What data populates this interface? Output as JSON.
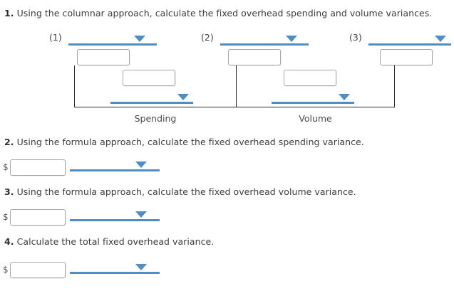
{
  "page": {
    "background": "#ffffff",
    "accent_color": "#4f8ec4",
    "text_color": "#3a3a3a",
    "box_border_color": "#a6a6a6",
    "bracket_color": "#2b2b2b"
  },
  "questions": [
    {
      "number": "1.",
      "text": "Using the columnar approach, calculate the fixed overhead spending and volume variances."
    },
    {
      "number": "2.",
      "text": "Using the formula approach, calculate the fixed overhead spending variance."
    },
    {
      "number": "3.",
      "text": "Using the formula approach, calculate the fixed overhead volume variance."
    },
    {
      "number": "4.",
      "text": "Calculate the total fixed overhead variance."
    }
  ],
  "columnar": {
    "column_labels": [
      "(1)",
      "(2)",
      "(3)"
    ],
    "header_selects": [
      {
        "name": "column-1-label-select",
        "value": ""
      },
      {
        "name": "column-2-label-select",
        "value": ""
      },
      {
        "name": "column-3-label-select",
        "value": ""
      }
    ],
    "amount_inputs": [
      {
        "name": "column-1-amount-input",
        "value": "",
        "placeholder": ""
      },
      {
        "name": "column-2-amount-input",
        "value": "",
        "placeholder": ""
      },
      {
        "name": "column-3-amount-input",
        "value": "",
        "placeholder": ""
      }
    ],
    "variance_inputs": [
      {
        "name": "spending-variance-amount-input",
        "value": "",
        "placeholder": ""
      },
      {
        "name": "volume-variance-amount-input",
        "value": "",
        "placeholder": ""
      }
    ],
    "variance_selects": [
      {
        "name": "spending-variance-select",
        "value": ""
      },
      {
        "name": "volume-variance-select",
        "value": ""
      }
    ],
    "captions": [
      "Spending",
      "Volume"
    ]
  },
  "formula_answers": [
    {
      "currency_symbol": "$",
      "amount": {
        "name": "spending-variance-formula-input",
        "value": "",
        "placeholder": ""
      },
      "select": {
        "name": "spending-variance-formula-select",
        "value": ""
      }
    },
    {
      "currency_symbol": "$",
      "amount": {
        "name": "volume-variance-formula-input",
        "value": "",
        "placeholder": ""
      },
      "select": {
        "name": "volume-variance-formula-select",
        "value": ""
      }
    },
    {
      "currency_symbol": "$",
      "amount": {
        "name": "total-variance-input",
        "value": "",
        "placeholder": ""
      },
      "select": {
        "name": "total-variance-select",
        "value": ""
      }
    }
  ]
}
